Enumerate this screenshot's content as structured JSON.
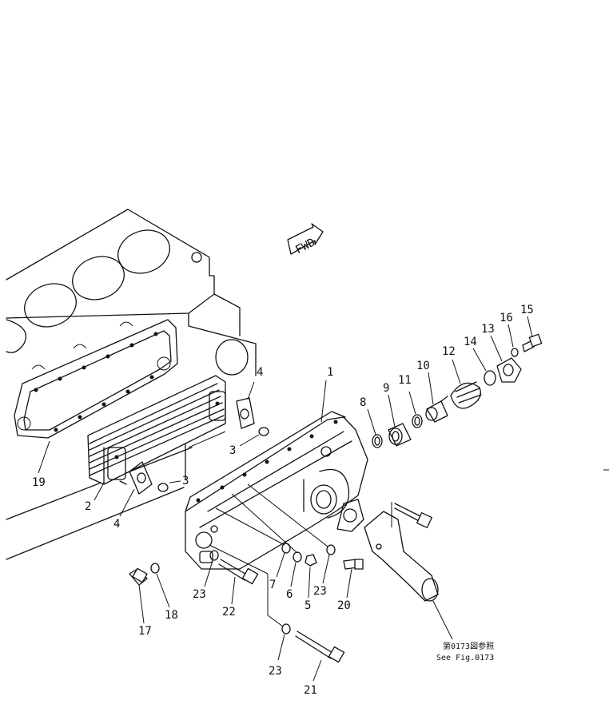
{
  "fwd_label": "FWD",
  "callouts": {
    "c1": "1",
    "c2": "2",
    "c3a": "3",
    "c3b": "3",
    "c4a": "4",
    "c4b": "4",
    "c5": "5",
    "c6": "6",
    "c7": "7",
    "c8": "8",
    "c9": "9",
    "c10": "10",
    "c11": "11",
    "c12": "12",
    "c13": "13",
    "c14": "14",
    "c15": "15",
    "c16": "16",
    "c17": "17",
    "c18": "18",
    "c19": "19",
    "c20": "20",
    "c21": "21",
    "c22": "22",
    "c23a": "23",
    "c23b": "23",
    "c23c": "23"
  },
  "reference": {
    "japanese": "第0173図参照",
    "english": "See Fig.0173"
  }
}
